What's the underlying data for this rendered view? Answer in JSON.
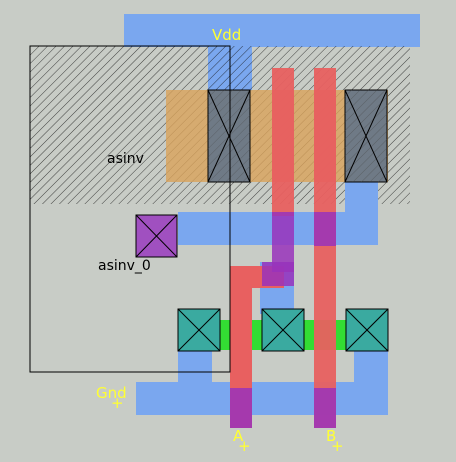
{
  "labels": {
    "vdd": "Vdd",
    "gnd": "Gnd",
    "input_a": "A",
    "input_b": "B",
    "cell_asinv": "asinv",
    "instance_asinv_0": "asinv_0"
  },
  "layer_colors": {
    "background": "#c8ccc6",
    "metal1": "#7aa7ef",
    "poly": "#e86060",
    "pdiff": "#d9a35a",
    "ndiff": "#33dd33",
    "metal2": "#9933bb",
    "contact": "#3aaaa0",
    "via": "#a050c0",
    "contact_dark": "#6f7a86",
    "label_yellow": "#ffff33",
    "outline": "#000000"
  }
}
